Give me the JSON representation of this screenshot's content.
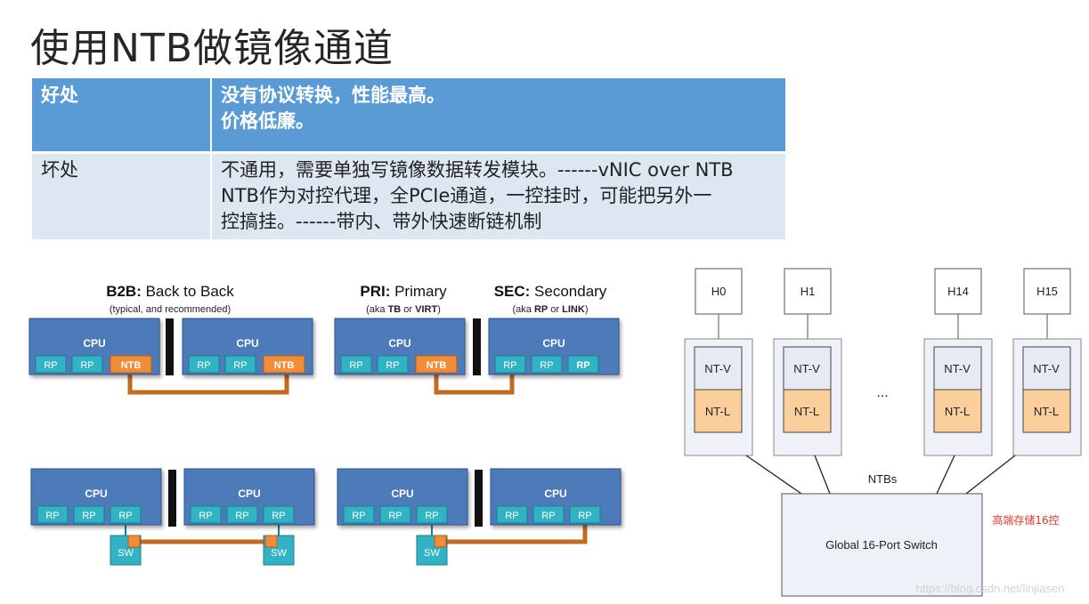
{
  "title": "使用NTB做镜像通道",
  "table": {
    "row1": {
      "key": "好处",
      "lines": [
        "没有协议转换，性能最高。",
        "价格低廉。"
      ]
    },
    "row2": {
      "key": "坏处",
      "lines": [
        "不通用，需要单独写镜像数据转发模块。------vNIC over NTB",
        "NTB作为对控代理，全PCIe通道，一控挂时，可能把另外一",
        "控搞挂。------带内、带外快速断链机制"
      ]
    }
  },
  "left_diagram": {
    "b2b": {
      "title_bold": "B2B:",
      "title_rest": " Back to Back",
      "subtitle": "(typical, and recommended)"
    },
    "pri": {
      "title_bold": "PRI:",
      "title_rest": " Primary",
      "sub_pre": "(aka ",
      "sub_b1": "TB",
      "sub_mid": " or ",
      "sub_b2": "VIRT",
      "sub_post": ")"
    },
    "sec": {
      "title_bold": "SEC:",
      "title_rest": " Secondary",
      "sub_pre": "(aka ",
      "sub_b1": "RP",
      "sub_mid": " or ",
      "sub_b2": "LINK",
      "sub_post": ")"
    },
    "cpu": "CPU",
    "rp": "RP",
    "ntb": "NTB",
    "sw": "SW"
  },
  "right_diagram": {
    "hosts": [
      "H0",
      "H1",
      "H14",
      "H15"
    ],
    "ntv": "NT-V",
    "ntl": "NT-L",
    "ellipsis": "...",
    "ntbs": "NTBs",
    "switch": "Global 16-Port Switch",
    "note": "高端存储16控",
    "watermark": "https://blog.csdn.net/linjiasen"
  },
  "colors": {
    "cpu_fill": "#4e7ab8",
    "rp_fill": "#31b3c4",
    "ntb_fill": "#f08c3a",
    "link": "#c26a1e",
    "header_blue": "#5b9bd5",
    "ntl_fill": "#fbcf9c"
  }
}
